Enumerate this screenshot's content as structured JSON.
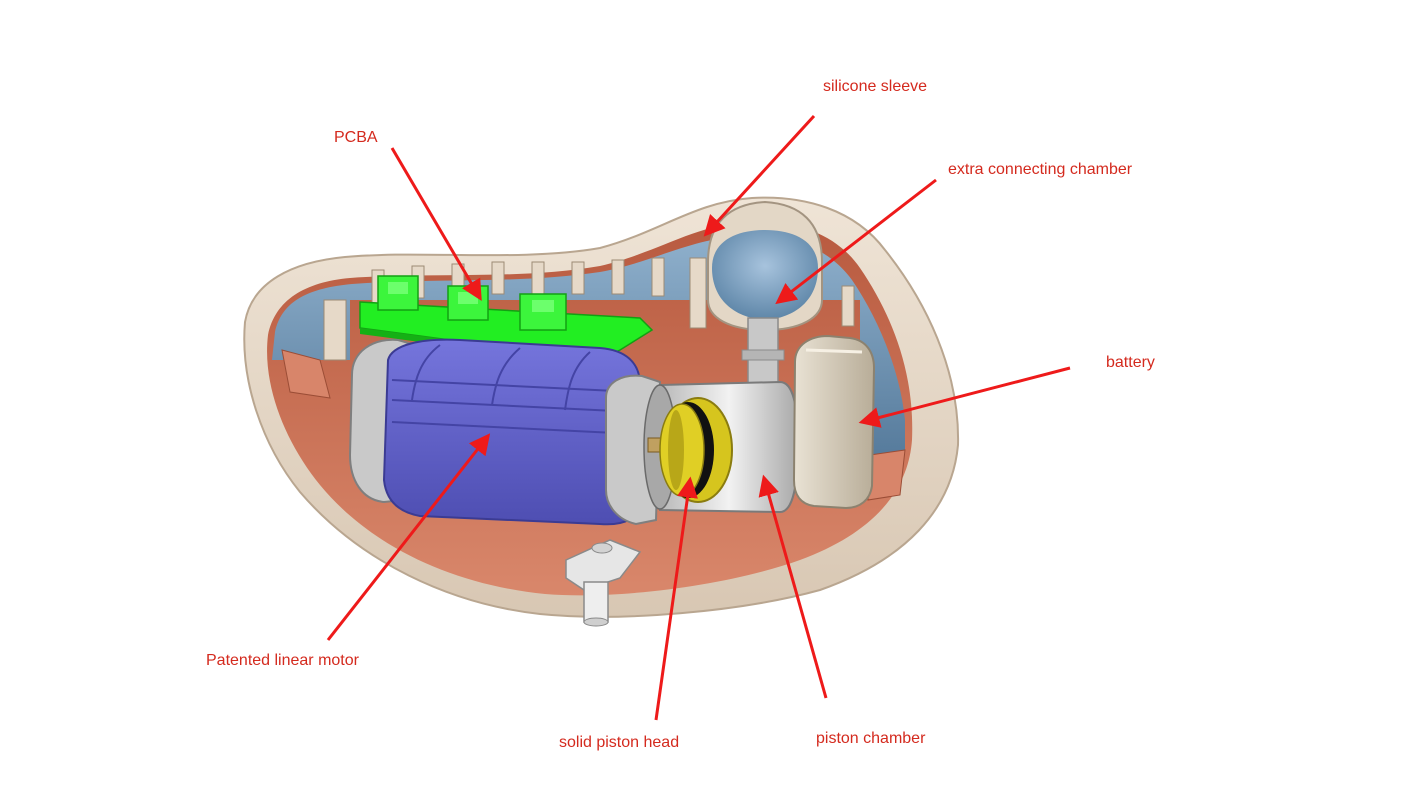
{
  "labels": {
    "silicone_sleeve": "silicone sleeve",
    "pcba": "PCBA",
    "extra_connecting_chamber": "extra connecting chamber",
    "battery": "battery",
    "linear_motor": "Patented linear motor",
    "solid_piston_head": "solid piston head",
    "piston_chamber": "piston chamber"
  },
  "colors": {
    "annotation": "#d42a1e",
    "arrow": "#ee1a1a",
    "outer_shell": "#e4d6c6",
    "inner_shell": "#c96e52",
    "chamber_blue": "#6a8fae",
    "pcba": "#22ee22",
    "motor": "#5f5fc8",
    "piston_head": "#d6c51e",
    "piston_chamber": "#d9d9d9",
    "battery": "#d8d0c0"
  }
}
